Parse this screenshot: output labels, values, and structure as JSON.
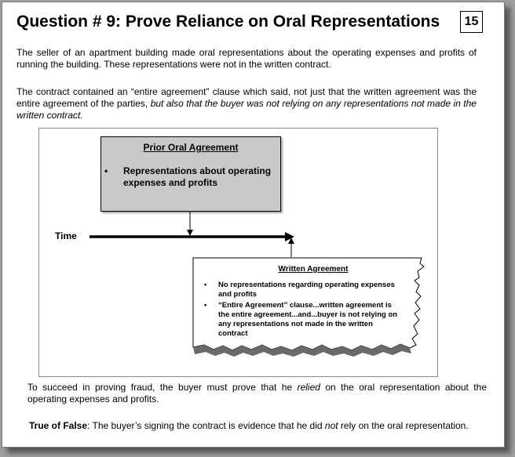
{
  "header": {
    "title": "Question # 9: Prove Reliance on Oral Representations",
    "page_number": "15"
  },
  "intro": {
    "p1": "The seller of an apartment building made oral representations about the operating expenses and profits of running the building.  These representations were not in the written contract.",
    "p2_start": "The contract contained an “entire agreement” clause which said, not just that the written agreement was the entire agreement of the parties, ",
    "p2_italic": "but also that the buyer was not relying on any representations not made in the written contract."
  },
  "diagram": {
    "oral_box": {
      "heading": "Prior Oral Agreement",
      "bullet": "•",
      "text": "Representations about operating expenses and profits"
    },
    "time_label": "Time",
    "written_box": {
      "heading": "Written Agreement",
      "items": [
        "No representations regarding operating expenses and profits",
        "“Entire Agreement” clause...written agreement is the entire agreement...and...buyer is not relying on any representations not made in the written contract"
      ]
    }
  },
  "fraud": {
    "start": "To succeed in proving fraud, the buyer must prove that he ",
    "italic": "relied",
    "end": " on the oral representation about the operating expenses and profits."
  },
  "question": {
    "label": "True of False",
    "start": ": The buyer’s signing the contract is evidence that he did ",
    "italic": "not",
    "end": " rely on the oral representation."
  }
}
